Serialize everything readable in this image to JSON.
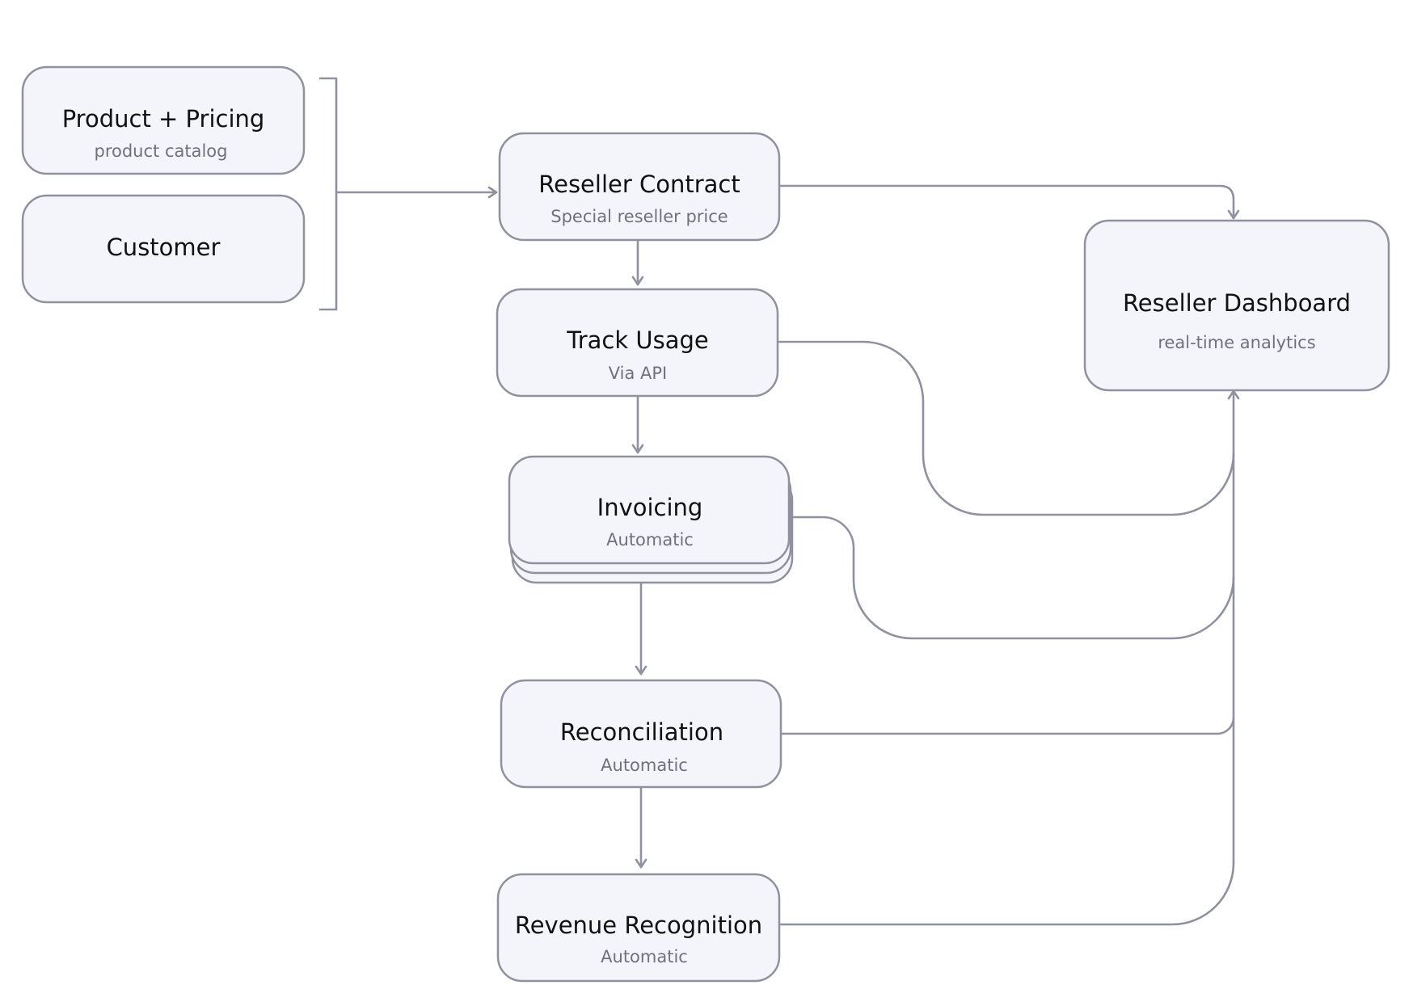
{
  "diagram": {
    "nodes": {
      "product_pricing": {
        "title": "Product + Pricing",
        "subtitle": "product catalog"
      },
      "customer": {
        "title": "Customer"
      },
      "reseller_contract": {
        "title": "Reseller Contract",
        "subtitle": "Special reseller price"
      },
      "track_usage": {
        "title": "Track Usage",
        "subtitle": "Via API"
      },
      "invoicing": {
        "title": "Invoicing",
        "subtitle": "Automatic"
      },
      "reconciliation": {
        "title": "Reconciliation",
        "subtitle": "Automatic"
      },
      "revenue_recognition": {
        "title": "Revenue Recognition",
        "subtitle": "Automatic"
      },
      "reseller_dashboard": {
        "title": "Reseller Dashboard",
        "subtitle": "real-time analytics"
      }
    },
    "colors": {
      "node_fill": "#f4f5fa",
      "node_stroke": "#8f919e",
      "connector": "#8f919e",
      "title_text": "#111111",
      "subtitle_text": "#6f717c"
    }
  }
}
